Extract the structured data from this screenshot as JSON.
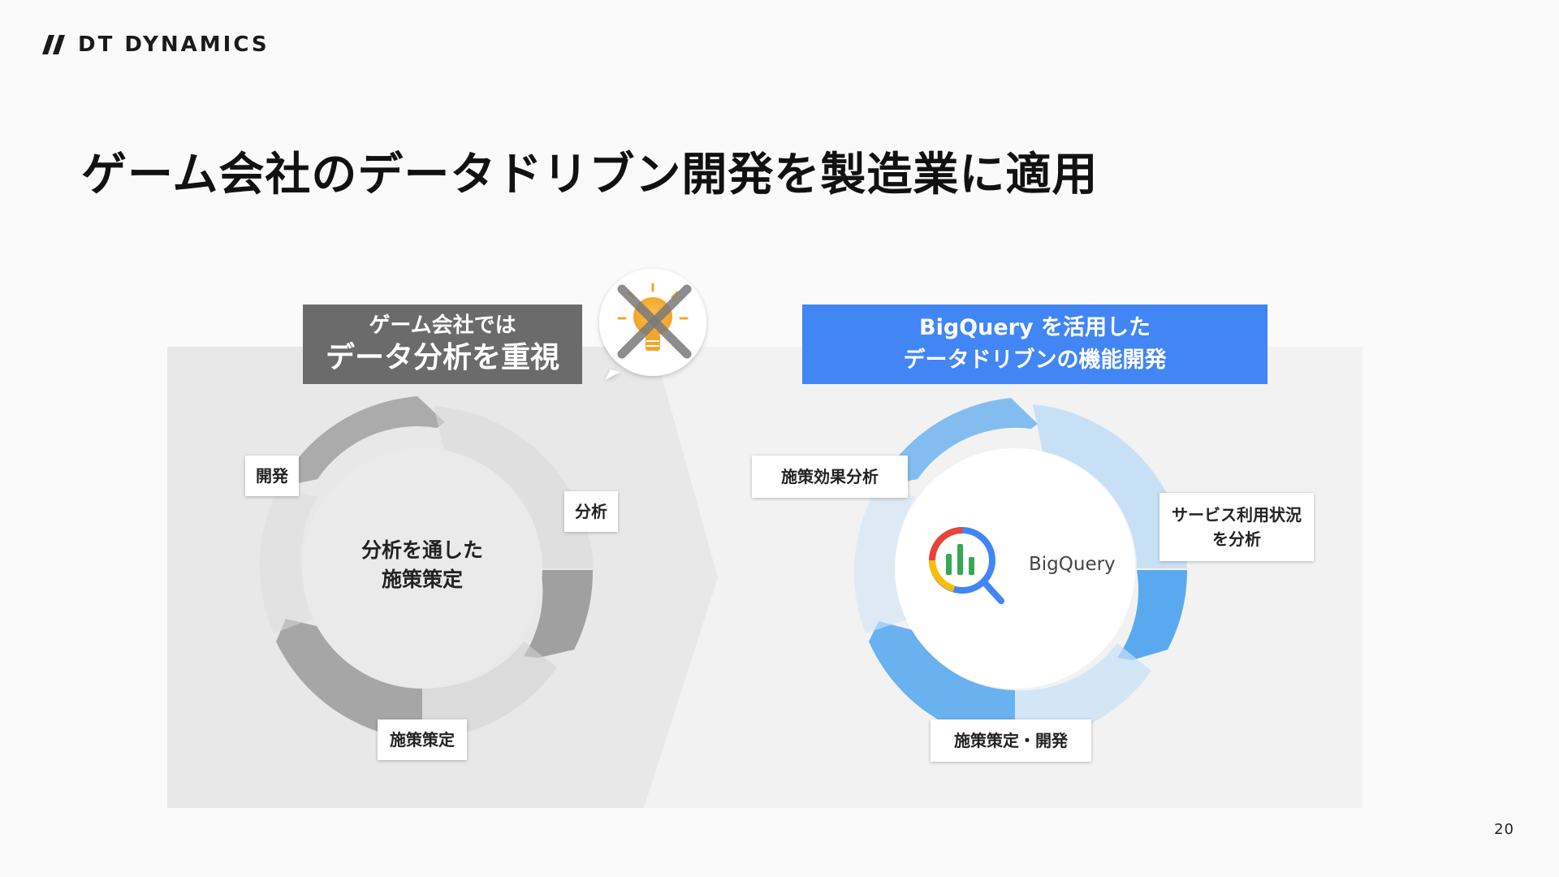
{
  "brand": {
    "logo_text": "DT DYNAMICS"
  },
  "slide": {
    "title": "ゲーム会社のデータドリブン開発を製造業に適用",
    "page_number": "20"
  },
  "left_panel": {
    "header_line1": "ゲーム会社では",
    "header_line2": "データ分析を重視",
    "center_line1": "分析を通した",
    "center_line2": "施策策定",
    "labels": {
      "develop": "開発",
      "analysis": "分析",
      "planning": "施策策定"
    },
    "ring_color": "#9e9e9e"
  },
  "right_panel": {
    "header_line1": "BigQuery を活用した",
    "header_line2": "データドリブンの機能開発",
    "product_name": "BigQuery",
    "labels": {
      "effect": "施策効果分析",
      "usage_line1": "サービス利用状況",
      "usage_line2": "を分析",
      "planning": "施策策定・開発"
    },
    "ring_color": "#5aa9ee",
    "header_color": "#4285f4"
  },
  "badge": {
    "icon": "lightbulb-crossed-icon"
  }
}
